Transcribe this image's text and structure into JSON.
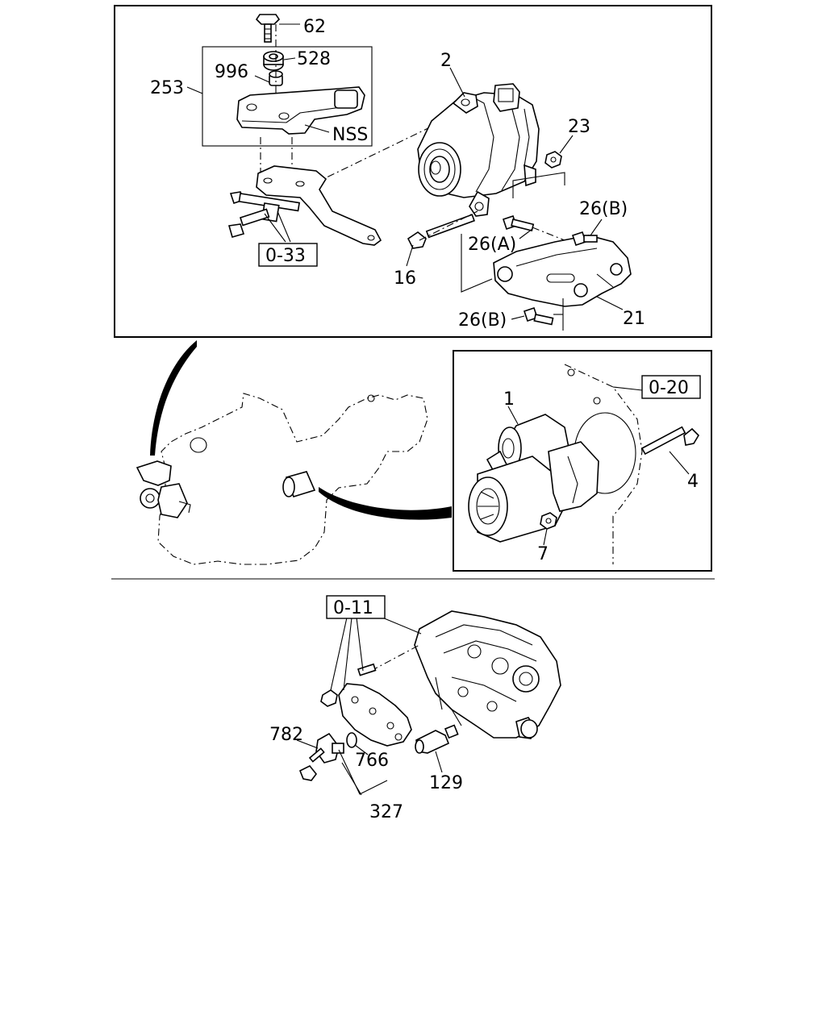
{
  "callouts": {
    "c62": "62",
    "c528": "528",
    "c996": "996",
    "c253": "253",
    "c2": "2",
    "nss": "NSS",
    "c23": "23",
    "c26b_1": "26(B)",
    "c26a": "26(A)",
    "c16": "16",
    "ref_033": "0-33",
    "c21": "21",
    "c26b_2": "26(B)",
    "c1": "1",
    "ref_020": "0-20",
    "c4": "4",
    "c7": "7",
    "ref_011": "0-11",
    "c782": "782",
    "c766": "766",
    "c129": "129",
    "c327": "327"
  }
}
